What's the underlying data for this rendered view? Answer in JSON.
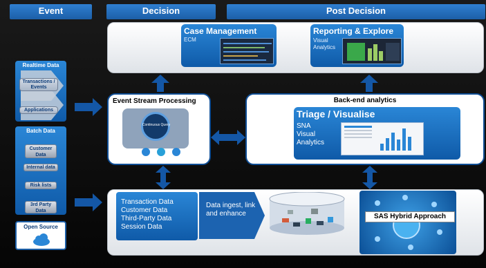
{
  "headers": {
    "event": "Event",
    "decision": "Decision",
    "post_decision": "Post Decision"
  },
  "case_management": {
    "title": "Case Management",
    "subtitle": "ECM"
  },
  "reporting": {
    "title": "Reporting & Explore",
    "subtitle_line1": "Visual",
    "subtitle_line2": "Analytics"
  },
  "left": {
    "realtime_title": "Realtime Data",
    "realtime_items": [
      "Transactions / Events",
      "Applications"
    ],
    "batch_title": "Batch Data",
    "batch_items": [
      "Customer Data",
      "Internal data",
      "Risk lists",
      "3rd Party Data"
    ],
    "open_source": "Open Source"
  },
  "esp": {
    "title": "Event Stream Processing",
    "center_label": "Continuous Query"
  },
  "backend": {
    "title": "Back-end analytics",
    "triage_title": "Triage / Visualise",
    "triage_lines": [
      "SNA",
      "Visual",
      "Analytics"
    ]
  },
  "bottom": {
    "data_lines": [
      "Transaction Data",
      "Customer Data",
      "Third-Party Data",
      "Session Data"
    ],
    "ingest": "Data ingest, link and enhance",
    "hybrid": "SAS Hybrid Approach"
  },
  "colors": {
    "accent": "#1c5fa8",
    "arrow": "#1457a6",
    "panel": "#e9edf2"
  }
}
